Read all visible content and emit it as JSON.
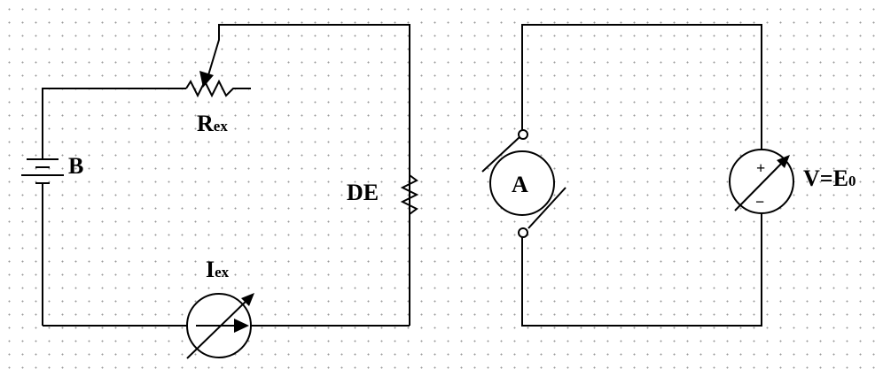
{
  "labels": {
    "battery": "B",
    "rheostat": "R",
    "rheostat_sub": "ex",
    "field_winding": "DE",
    "ammeter": "A",
    "excitation_current": "I",
    "excitation_current_sub": "ex",
    "voltmeter": "V=E",
    "voltmeter_sub": "0",
    "voltmeter_plus": "+",
    "voltmeter_minus": "−"
  },
  "colors": {
    "line": "#000000",
    "background": "#ffffff",
    "grid_dot": "#9a9a9a"
  }
}
